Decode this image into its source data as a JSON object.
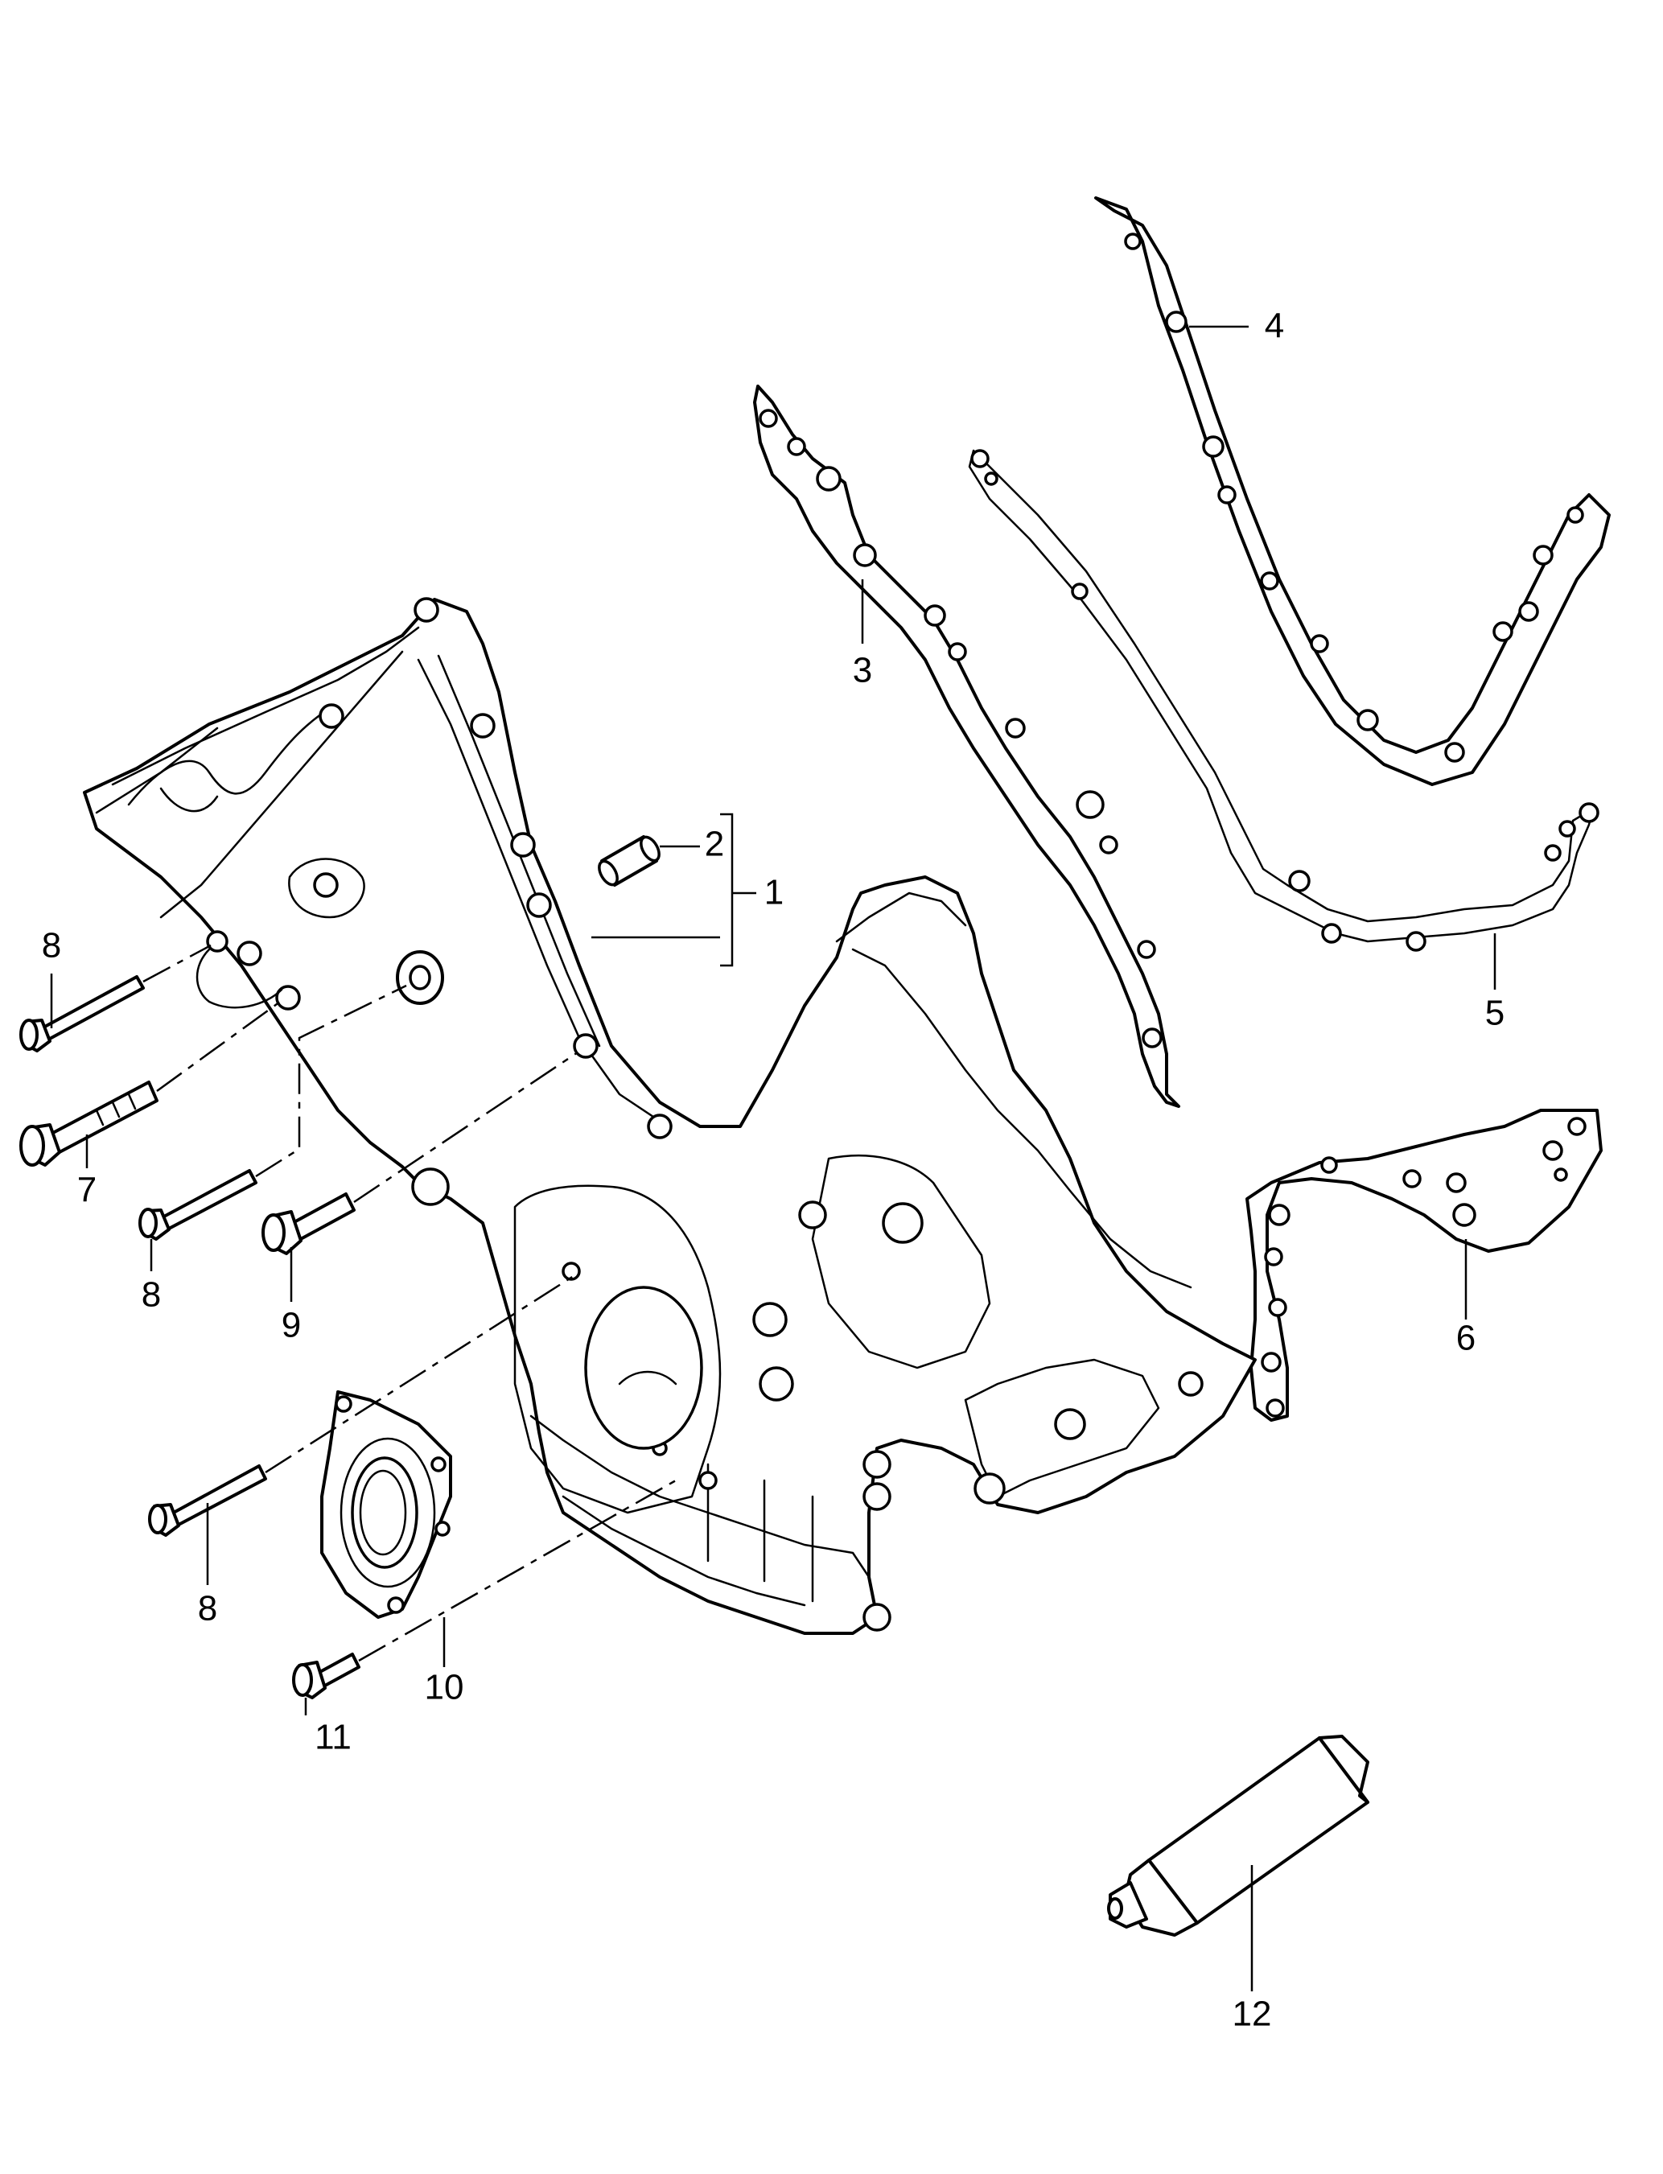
{
  "callouts": {
    "c1": "1",
    "c2": "2",
    "c3": "3",
    "c4": "4",
    "c5": "5",
    "c6": "6",
    "c7": "7",
    "c8a": "8",
    "c8b": "8",
    "c8c": "8",
    "c9": "9",
    "c10": "10",
    "c11": "11",
    "c12": "12"
  },
  "colors": {
    "line": "#000000",
    "background": "#ffffff"
  }
}
